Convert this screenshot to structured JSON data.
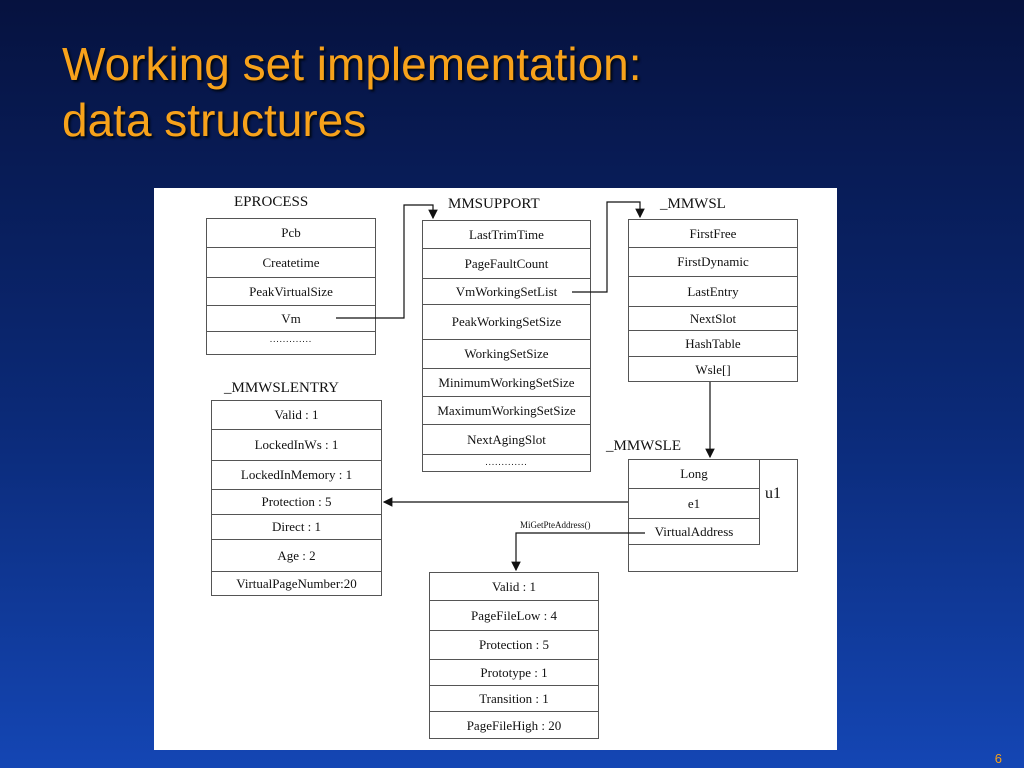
{
  "title": {
    "line1": "Working set implementation:",
    "line2": "data structures"
  },
  "page_number": "6",
  "structures": {
    "eprocess": {
      "name": "EPROCESS",
      "fields": [
        "Pcb",
        "Createtime",
        "PeakVirtualSize",
        "Vm",
        "............."
      ]
    },
    "mmsupport": {
      "name": "MMSUPPORT",
      "fields": [
        "LastTrimTime",
        "PageFaultCount",
        "VmWorkingSetList",
        "PeakWorkingSetSize",
        "WorkingSetSize",
        "MinimumWorkingSetSize",
        "MaximumWorkingSetSize",
        "NextAgingSlot",
        "............."
      ]
    },
    "mmwsl": {
      "name": "_MMWSL",
      "fields": [
        "FirstFree",
        "FirstDynamic",
        "LastEntry",
        "NextSlot",
        "HashTable",
        "Wsle[]"
      ]
    },
    "mmwslentry": {
      "name": "_MMWSLENTRY",
      "fields": [
        "Valid : 1",
        "LockedInWs : 1",
        "LockedInMemory : 1",
        "Protection : 5",
        "Direct : 1",
        "Age : 2",
        "VirtualPageNumber:20"
      ]
    },
    "mmwsle": {
      "name": "_MMWSLE",
      "fields": [
        "Long",
        "e1",
        "VirtualAddress"
      ],
      "union_label": "u1"
    },
    "pte": {
      "fields": [
        "Valid : 1",
        "PageFileLow : 4",
        "Protection : 5",
        "Prototype : 1",
        "Transition : 1",
        "PageFileHigh : 20"
      ]
    }
  },
  "connector_labels": {
    "mi_get_pte_address": "MiGetPteAddress()"
  },
  "colors": {
    "title": "#f7a21b",
    "background_top": "#06123f",
    "background_bottom": "#1446b4"
  }
}
